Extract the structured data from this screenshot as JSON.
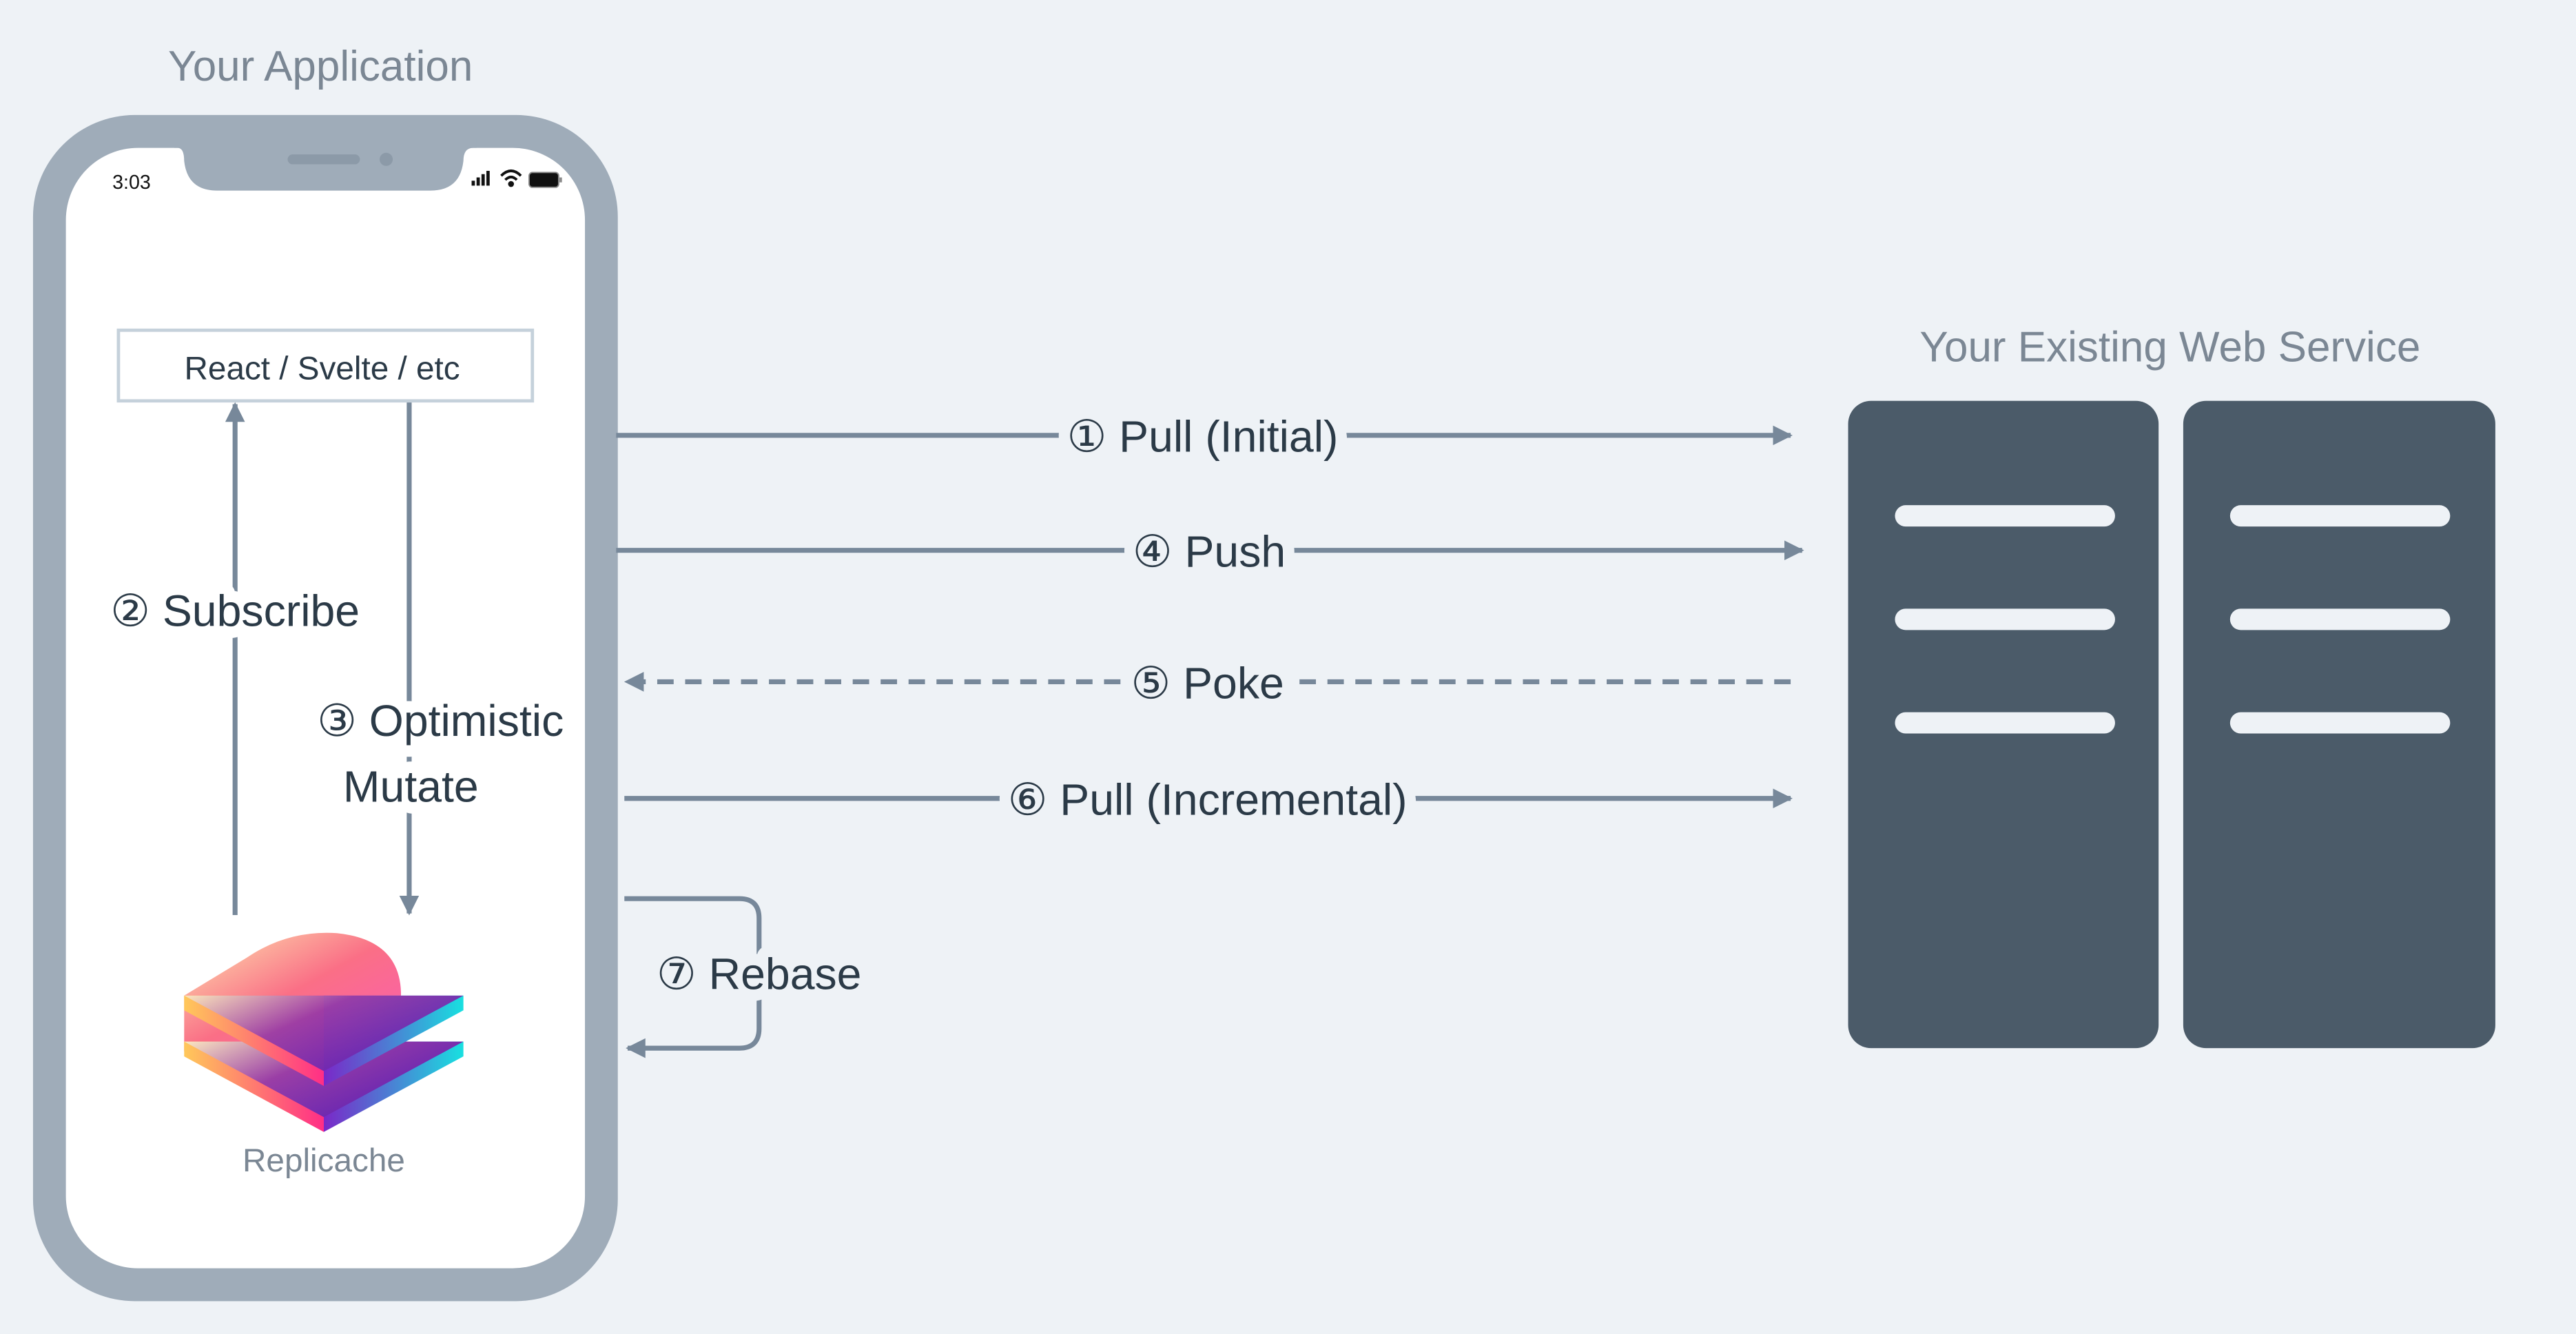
{
  "client": {
    "title": "Your Application",
    "status_time": "3:03",
    "framework_box": "React / Svelte / etc",
    "subscribe": "② Subscribe",
    "mutate_line1": "③ Optimistic",
    "mutate_line2": "Mutate",
    "library": "Replicache"
  },
  "server": {
    "title": "Your Existing Web Service"
  },
  "flows": {
    "pull_initial": "① Pull (Initial)",
    "push": "④ Push",
    "poke": "⑤ Poke",
    "pull_incremental": "⑥ Pull (Incremental)",
    "rebase": "⑦ Rebase"
  },
  "colors": {
    "background": "#eef2f6",
    "phone": "#9facb9",
    "server": "#4b5b69",
    "arrow": "#77889a",
    "text": "#2b3a47"
  }
}
